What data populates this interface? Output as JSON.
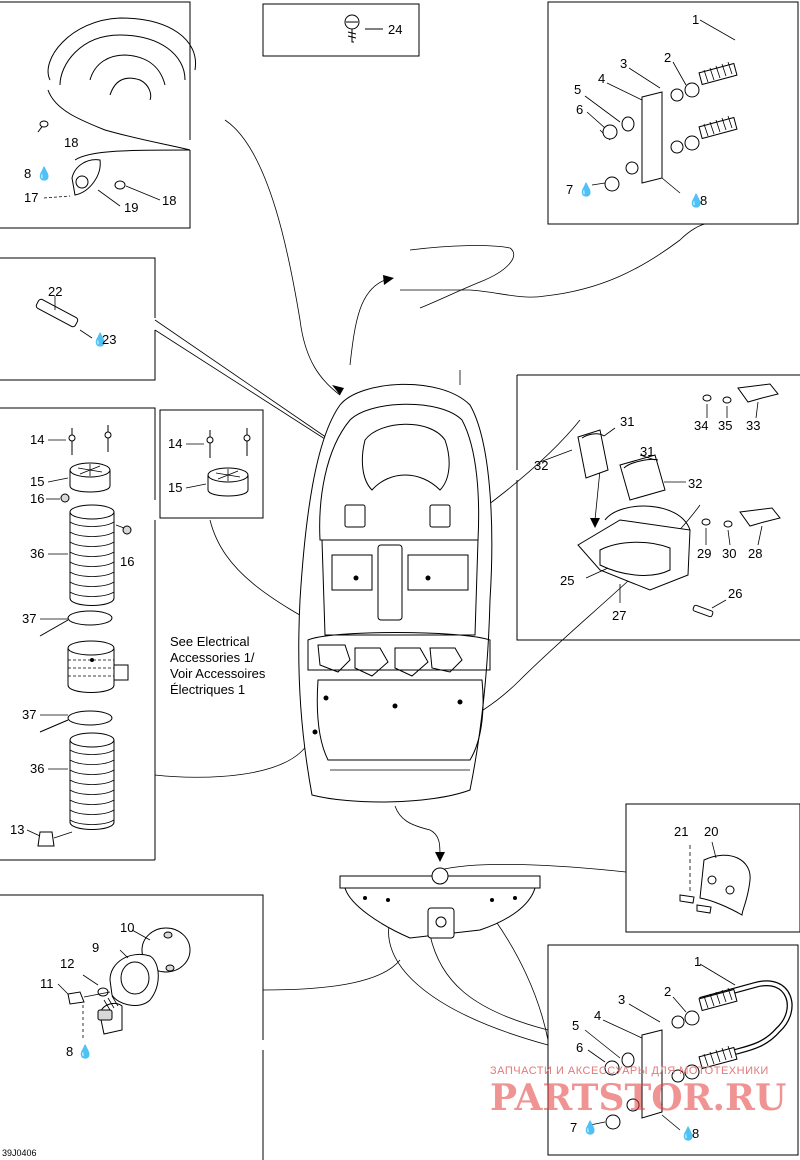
{
  "diagram": {
    "code": "39J0406",
    "note_lines": [
      "See Electrical",
      "Accessories 1/",
      "Voir Accessoires",
      "Électriques 1"
    ],
    "watermark": {
      "top": "ЗАПЧАСТИ И АКСЕССУАРЫ ДЛЯ МОТОТЕХНИКИ",
      "brand": "PARTSTOR.RU"
    },
    "callouts": {
      "topleft": [
        "18",
        "8",
        "17",
        "19",
        "18"
      ],
      "screw": "24",
      "rod": [
        "22",
        "23"
      ],
      "column": [
        "14",
        "15",
        "16",
        "36",
        "16",
        "37",
        "37",
        "36",
        "13"
      ],
      "inset": [
        "14",
        "15"
      ],
      "topright": [
        "1",
        "2",
        "3",
        "4",
        "5",
        "6",
        "7",
        "8"
      ],
      "rightmid": [
        "31",
        "32",
        "31",
        "32",
        "34",
        "35",
        "33",
        "29",
        "30",
        "28",
        "25",
        "27",
        "26"
      ],
      "bottomleft": [
        "10",
        "9",
        "12",
        "11",
        "8"
      ],
      "bottomright_small": [
        "21",
        "20"
      ],
      "bottomright": [
        "1",
        "2",
        "3",
        "4",
        "5",
        "6",
        "7",
        "8"
      ]
    }
  }
}
